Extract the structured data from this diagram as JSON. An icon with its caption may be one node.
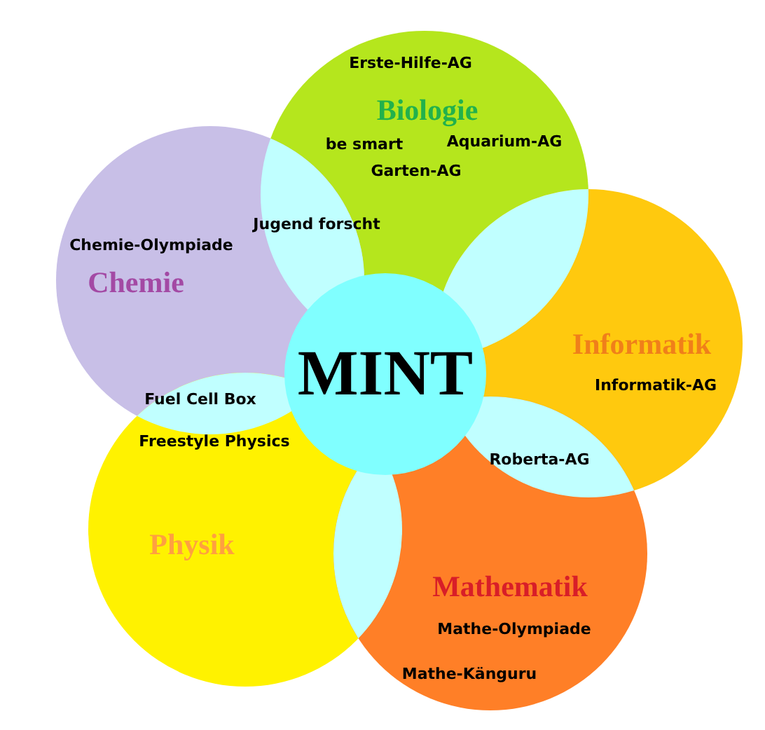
{
  "diagram": {
    "nodes": [
      {
        "text": [
          "Erste-Hilfe-AG",
          "Biologie",
          "be smart",
          "Aquarium-AG",
          "Garten-AG"
        ]
      },
      {
        "text": [
          "Chemie-Olympiade",
          "Chemie"
        ]
      },
      {
        "text": [
          "MINT"
        ]
      },
      {
        "text": [
          "Informatik",
          "Informatik-AG"
        ]
      },
      {
        "text": [
          "Physik"
        ]
      },
      {
        "text": [
          "Mathematik",
          "Mathe-Olympiade",
          "Mathe-Känguru"
        ]
      }
    ],
    "labels": [
      "Jugend forscht",
      "Fuel Cell Box",
      "Freestyle Physics",
      "Roberta-AG"
    ]
  }
}
